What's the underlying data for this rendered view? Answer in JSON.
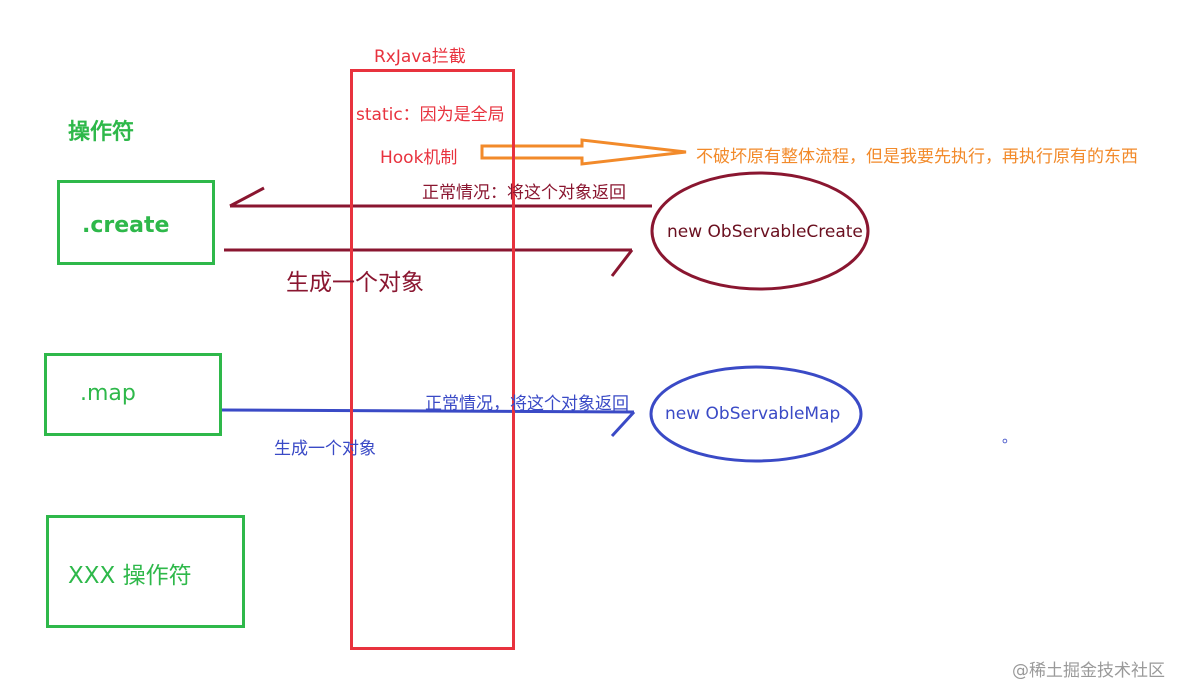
{
  "title": "RxJava拦截",
  "operators_heading": "操作符",
  "operators": [
    {
      "label": ".create"
    },
    {
      "label": ".map"
    },
    {
      "label": "XXX 操作符"
    }
  ],
  "interceptor_notes": {
    "static": "static：因为是全局",
    "hook": "Hook机制",
    "hook_explain": "不破坏原有整体流程，但是我要先执行，再执行原有的东西"
  },
  "create_flow": {
    "return_label": "正常情况：将这个对象返回",
    "generate_label": "生成一个对象",
    "target": "new ObServableCreate"
  },
  "map_flow": {
    "return_label": "正常情况，将这个对象返回",
    "generate_label": "生成一个对象",
    "target": "new ObServableMap"
  },
  "stray_mark": "。",
  "watermark": "@稀土掘金技术社区",
  "colors": {
    "green": "#2eb84a",
    "red": "#e8323e",
    "orange": "#f28a2a",
    "maroon": "#8a1630",
    "blue": "#3a4ac6"
  }
}
